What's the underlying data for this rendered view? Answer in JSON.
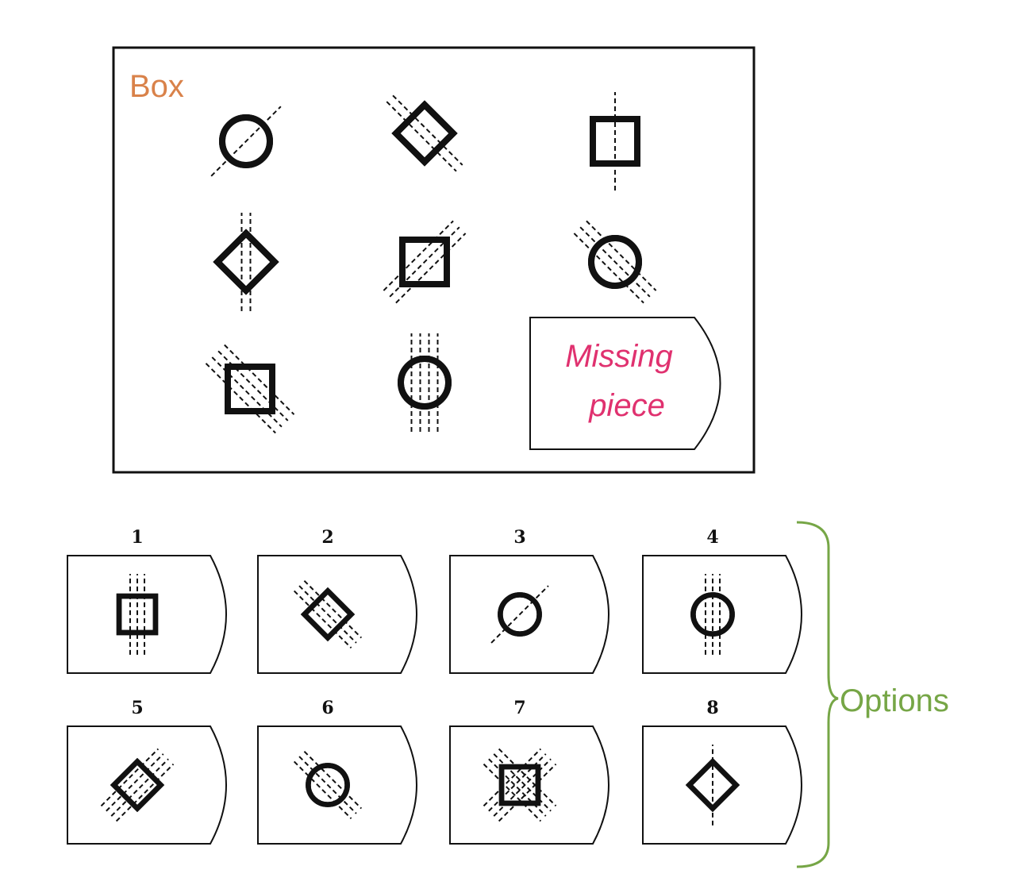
{
  "box": {
    "label": "Box",
    "label_color": "#d9824a",
    "cells": [
      {
        "shape": "circle",
        "lines": 1,
        "angle": 45
      },
      {
        "shape": "diamond",
        "lines": 2,
        "angle": -45
      },
      {
        "shape": "square",
        "lines": 1,
        "angle": 90
      },
      {
        "shape": "diamond",
        "lines": 2,
        "angle": 90
      },
      {
        "shape": "square",
        "lines": 3,
        "angle": 45
      },
      {
        "shape": "circle",
        "lines": 3,
        "angle": -45
      },
      {
        "shape": "square",
        "lines": 4,
        "angle": -45
      },
      {
        "shape": "circle",
        "lines": 4,
        "angle": 90
      }
    ]
  },
  "missing_piece": {
    "line1": "Missing",
    "line2": "piece",
    "color": "#e0316f"
  },
  "options": {
    "label": "Options",
    "color": "#76a646",
    "items": [
      {
        "number": "1",
        "shape": "square",
        "lines": 3,
        "angle": 90
      },
      {
        "number": "2",
        "shape": "diamond",
        "lines": 3,
        "angle": -45
      },
      {
        "number": "3",
        "shape": "circle",
        "lines": 1,
        "angle": 45
      },
      {
        "number": "4",
        "shape": "circle",
        "lines": 3,
        "angle": 90
      },
      {
        "number": "5",
        "shape": "diamond",
        "lines": 4,
        "angle": 45
      },
      {
        "number": "6",
        "shape": "circle",
        "lines": 3,
        "angle": -45
      },
      {
        "number": "7",
        "shape": "square",
        "lines": 4,
        "angle": "x"
      },
      {
        "number": "8",
        "shape": "diamond",
        "lines": 1,
        "angle": 90
      }
    ]
  }
}
